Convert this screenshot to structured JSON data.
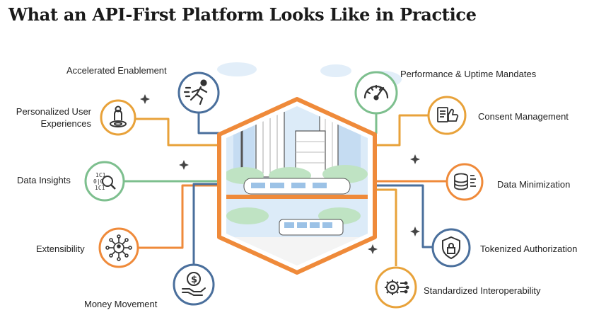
{
  "title": "What an API-First Platform Looks Like in Practice",
  "features": {
    "accelerated_enablement": {
      "label": "Accelerated Enablement",
      "icon": "running-person-icon",
      "ring": "#4a6f9c"
    },
    "personalized_ux": {
      "label_line1": "Personalized User",
      "label_line2": "Experiences",
      "icon": "person-target-icon",
      "ring": "#e8a23a"
    },
    "data_insights": {
      "label": "Data Insights",
      "icon": "binary-magnifier-icon",
      "ring": "#7dbf8e"
    },
    "extensibility": {
      "label": "Extensibility",
      "icon": "network-hub-icon",
      "ring": "#ef8a3a"
    },
    "money_movement": {
      "label": "Money Movement",
      "icon": "dollar-hand-icon",
      "ring": "#4a6f9c"
    },
    "performance_uptime": {
      "label": "Performance & Uptime Mandates",
      "icon": "speedometer-icon",
      "ring": "#7dbf8e"
    },
    "consent_management": {
      "label": "Consent Management",
      "icon": "thumbs-up-document-icon",
      "ring": "#e8a23a"
    },
    "data_minimization": {
      "label": "Data Minimization",
      "icon": "database-icon",
      "ring": "#ef8a3a"
    },
    "tokenized_authorization": {
      "label": "Tokenized Authorization",
      "icon": "shield-lock-icon",
      "ring": "#4a6f9c"
    },
    "standardized_interoperability": {
      "label": "Standardized Interoperability",
      "icon": "gear-circuit-icon",
      "ring": "#e8a23a"
    }
  },
  "colors": {
    "hex_border": "#ef8a3a",
    "line_orange": "#ef8a3a",
    "line_yellow": "#e8a23a",
    "line_green": "#7dbf8e",
    "line_blue": "#4a6f9c",
    "sky": "#dcebf8",
    "tree": "#bfe3c3"
  }
}
